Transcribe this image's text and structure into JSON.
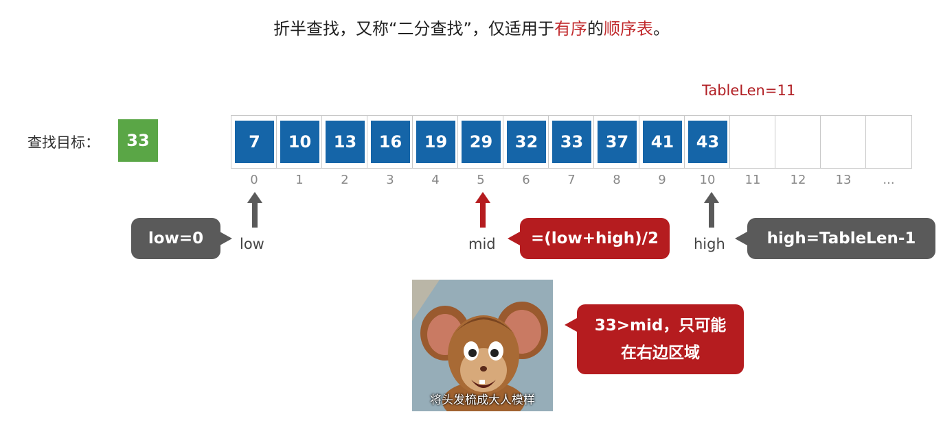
{
  "title": {
    "part1": "折半查找，又称“二分查找”，仅适用于",
    "part2": "有序",
    "part3": "的",
    "part4": "顺序表",
    "part5": "。"
  },
  "table_len_label": "TableLen=11",
  "search_target": {
    "label": "查找目标：",
    "value": "33"
  },
  "array": {
    "values": [
      "7",
      "10",
      "13",
      "16",
      "19",
      "29",
      "32",
      "33",
      "37",
      "41",
      "43",
      "",
      "",
      "",
      ""
    ],
    "indices": [
      "0",
      "1",
      "2",
      "3",
      "4",
      "5",
      "6",
      "7",
      "8",
      "9",
      "10",
      "11",
      "12",
      "13",
      "..."
    ]
  },
  "pointers": {
    "low": {
      "label": "low",
      "bubble": "low=0"
    },
    "mid": {
      "label": "mid",
      "bubble": "=(low+high)/2"
    },
    "high": {
      "label": "high",
      "bubble": "high=TableLen-1"
    }
  },
  "meme": {
    "caption": "将头发梳成大人模样"
  },
  "note_bubble": {
    "line1": "33>mid，只可能",
    "line2": "在右边区域"
  },
  "colors": {
    "cell_blue": "#1565a8",
    "target_green": "#5aa646",
    "accent_red": "#b51c1f",
    "bubble_gray": "#5a5a5a"
  }
}
